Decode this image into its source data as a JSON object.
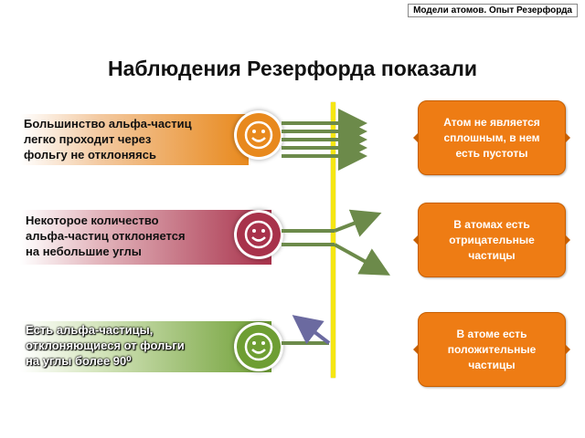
{
  "header_tag": "Модели атомов. Опыт Резерфорда",
  "title": "Наблюдения Резерфорда показали",
  "observations": [
    {
      "text": "Большинство альфа-частиц легко проходит через фольгу не отклоняясь",
      "lines": [
        "Большинство альфа-частиц",
        "легко проходит через",
        "фольгу не отклоняясь"
      ]
    },
    {
      "text": "Некоторое количество альфа-частиц отклоняется на небольшие углы",
      "lines": [
        "Некоторое количество",
        "альфа-частиц отклоняется",
        "на небольшие углы"
      ]
    },
    {
      "text": "Есть альфа-частицы, отклоняющиеся от фольги на углы более 90⁰",
      "lines": [
        "Есть альфа-частицы,",
        "отклоняющиеся от фольги",
        "на углы более 90⁰"
      ]
    }
  ],
  "conclusions": [
    {
      "lines": [
        "Атом не является",
        "сплошным, в нем",
        "есть пустоты"
      ]
    },
    {
      "lines": [
        "В атомах есть",
        "отрицательные",
        "частицы"
      ]
    },
    {
      "lines": [
        "В атоме есть",
        "положительные",
        "частицы"
      ]
    }
  ],
  "colors": {
    "band1": "#e8891d",
    "band2": "#a8324b",
    "band3": "#6e9e33",
    "box": "#ee7c14",
    "foil": "#f5e613",
    "arrow_green": "#6c8a4a",
    "arrow_purple": "#6b6aa0"
  },
  "icons": [
    "smiley-icon",
    "smiley-icon",
    "smiley-icon"
  ]
}
